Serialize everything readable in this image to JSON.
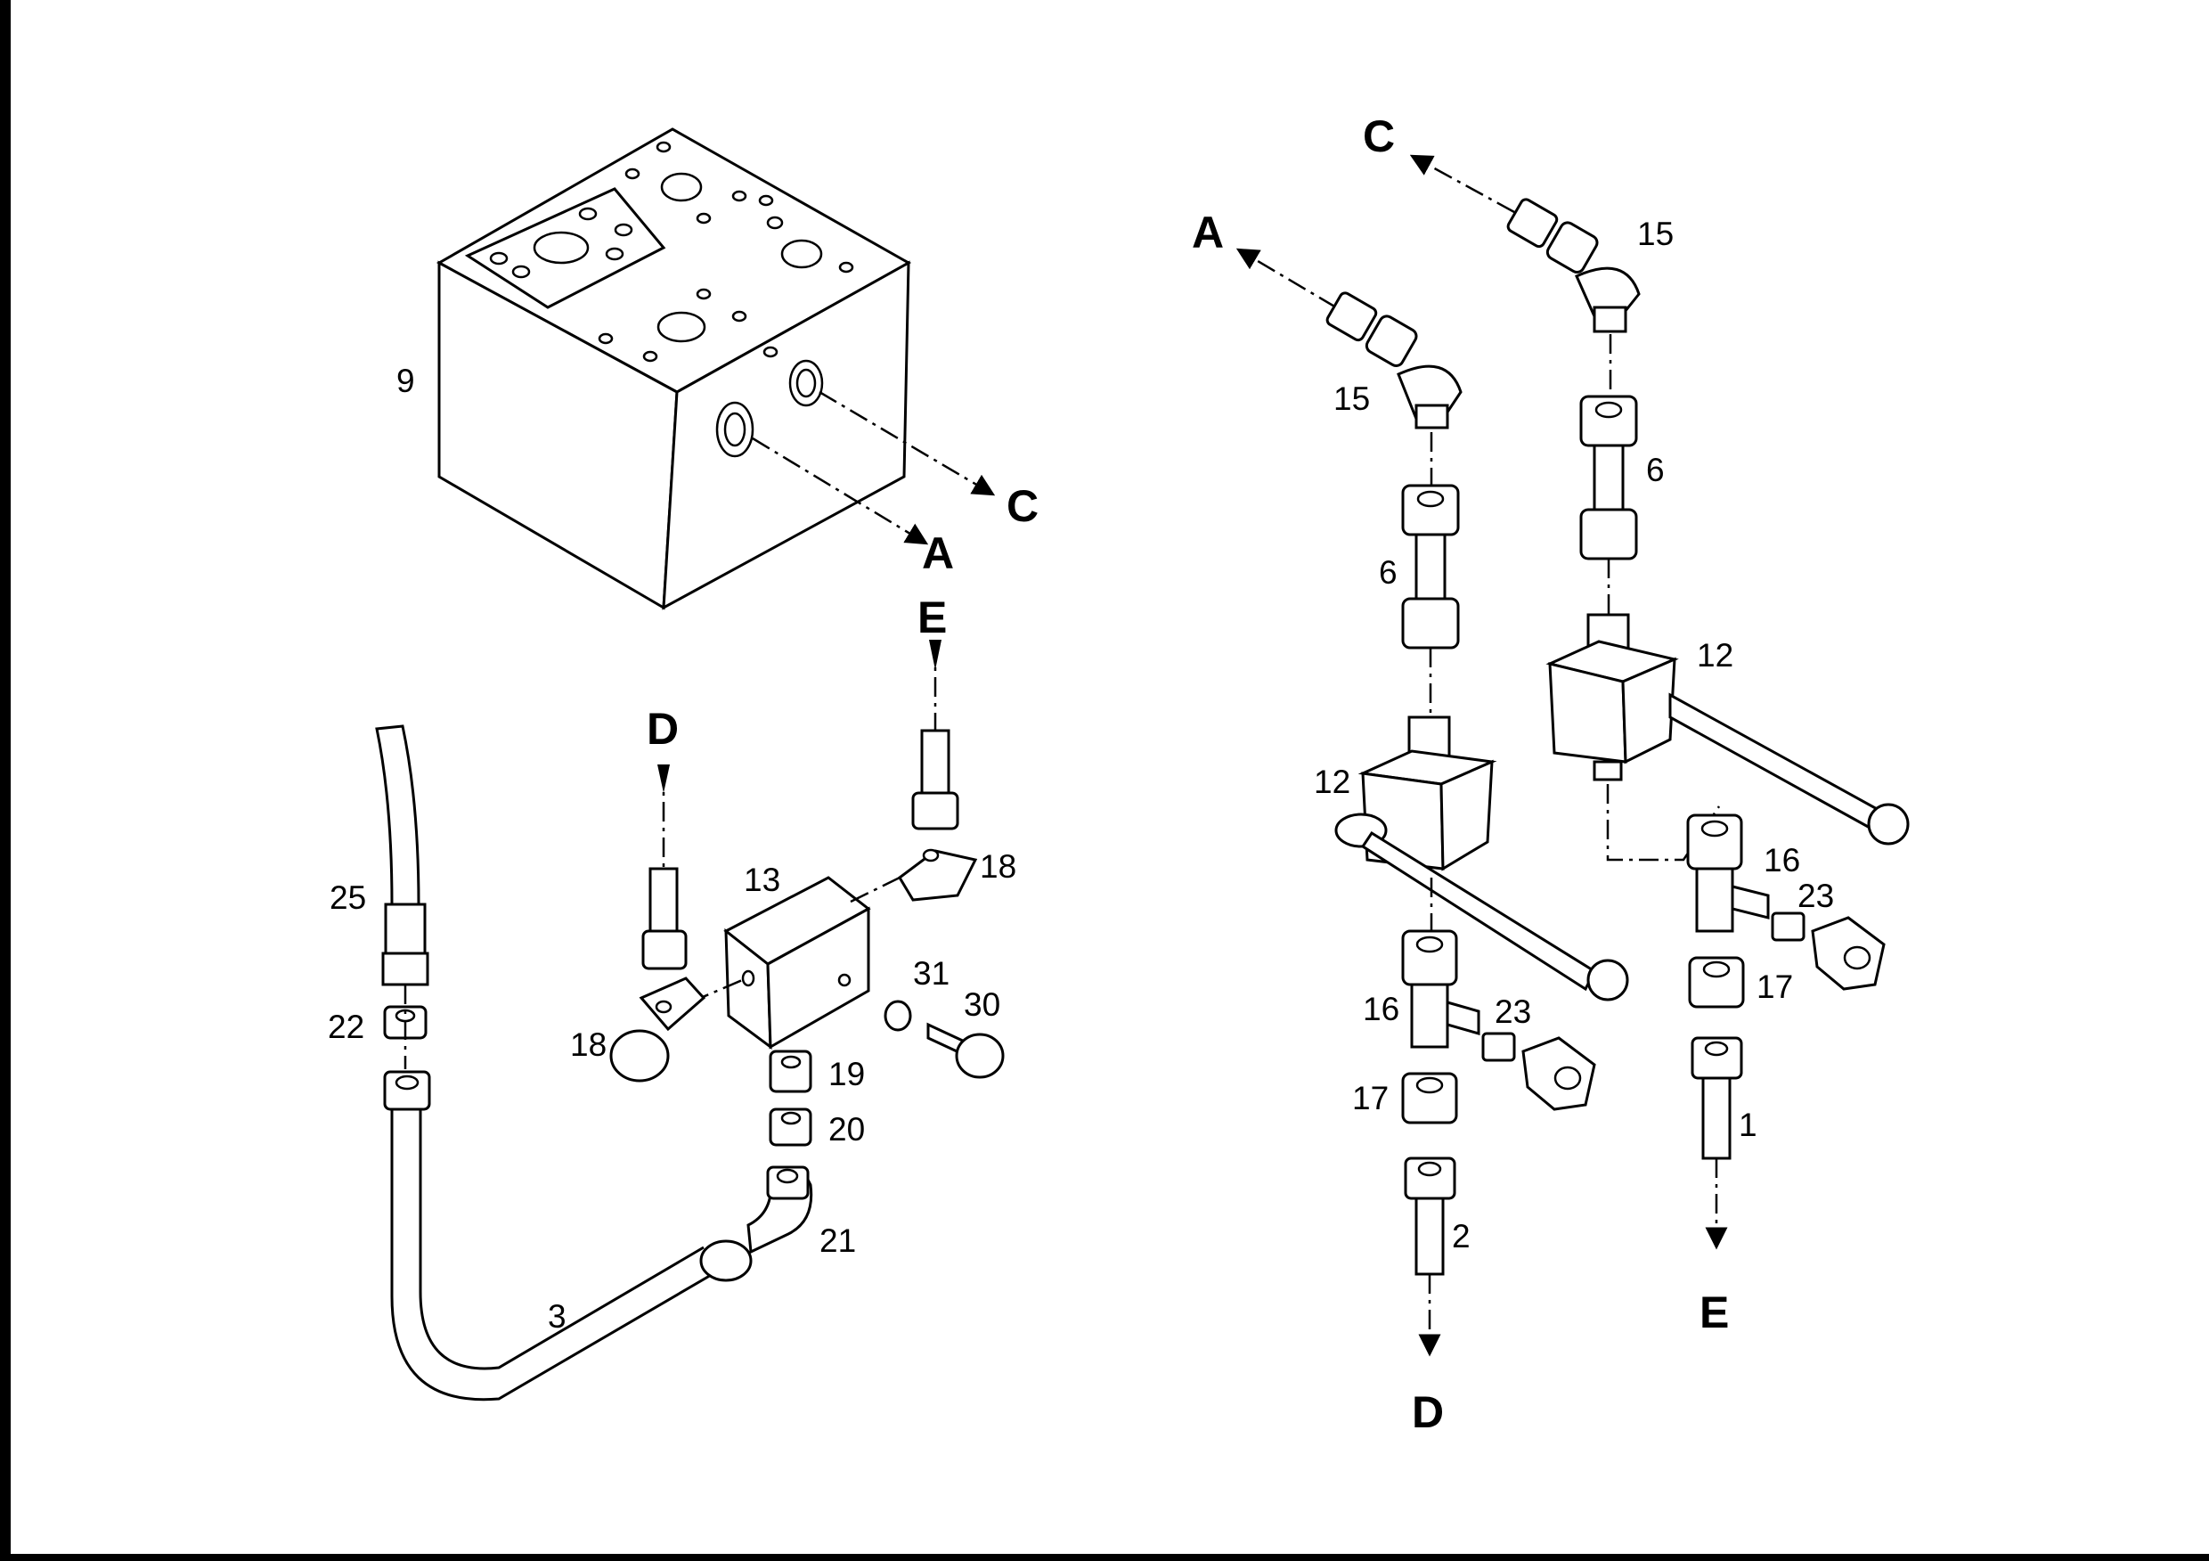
{
  "labels": {
    "n9": "9",
    "n25": "25",
    "n22": "22",
    "n3": "3",
    "n18a": "18",
    "n18b": "18",
    "n13": "13",
    "n19": "19",
    "n20": "20",
    "n21": "21",
    "n31": "31",
    "n30": "30",
    "n15a": "15",
    "n15b": "15",
    "n6a": "6",
    "n6b": "6",
    "n12a": "12",
    "n12b": "12",
    "n16a": "16",
    "n16b": "16",
    "n23a": "23",
    "n23b": "23",
    "n17a": "17",
    "n17b": "17",
    "n2": "2",
    "n1": "1"
  },
  "letters": {
    "A_block": "A",
    "C_block": "C",
    "E_top": "E",
    "D_top": "D",
    "A_right": "A",
    "C_right": "C",
    "D_bottom": "D",
    "E_bottom": "E"
  }
}
